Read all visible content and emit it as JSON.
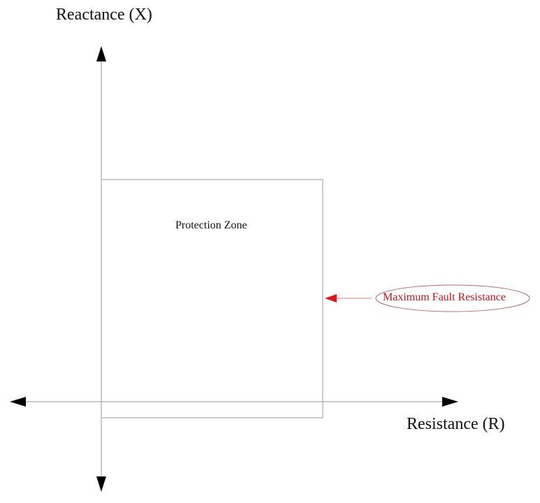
{
  "diagram": {
    "y_axis": {
      "label": "Reactance (X)"
    },
    "x_axis": {
      "label": "Resistance (R)"
    },
    "zone": {
      "label": "Protection Zone"
    },
    "annotation": {
      "label": "Maximum Fault Resistance",
      "color": "#c0141b"
    },
    "colors": {
      "axis": "#999999",
      "arrowhead": "#000000",
      "zone_border": "#999999",
      "annotation_ellipse": "#b86b6b"
    }
  }
}
